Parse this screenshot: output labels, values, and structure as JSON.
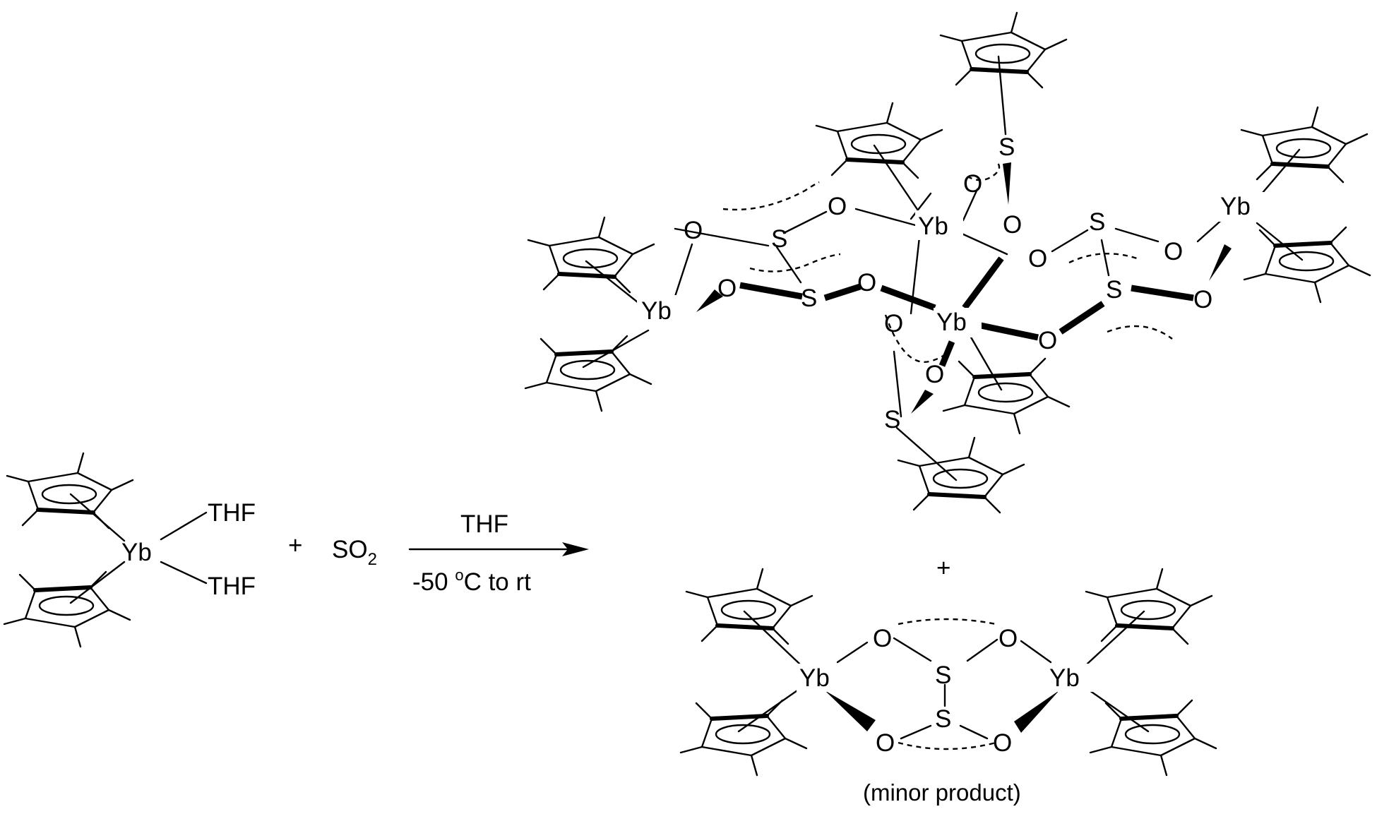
{
  "reactant": {
    "metal": "Yb",
    "ligand_top": "THF",
    "ligand_bottom": "THF"
  },
  "plus_sign": "+",
  "reagent": {
    "so": "SO",
    "subscript": "2"
  },
  "arrow": {
    "above": "THF",
    "below_pre": "-50 ",
    "below_deg": "o",
    "below_post": "C to rt"
  },
  "major_product": {
    "yb_left": "Yb",
    "yb_center_top": "Yb",
    "yb_center": "Yb",
    "yb_right": "Yb",
    "sulfur": "S",
    "oxygen": "O"
  },
  "products_plus": "+",
  "minor_product": {
    "yb": "Yb",
    "sulfur": "S",
    "oxygen": "O",
    "caption": "(minor product)"
  }
}
